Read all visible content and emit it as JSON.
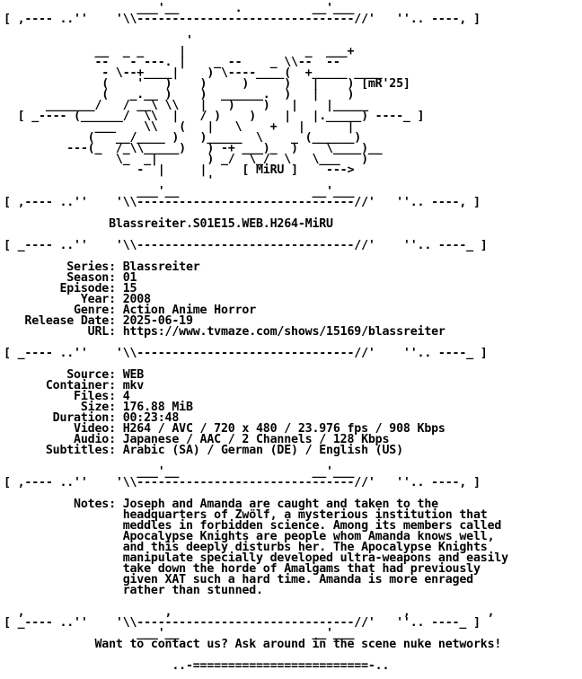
{
  "release_name": "Blassreiter.S01E15.WEB.H264-MiRU",
  "group_tag": "[mR'25]",
  "group_name": "[ MiRU ]",
  "nfo_lines": [
    "                   ___'__        .          __'___",
    "[ ,---- ..''    '\\\\-------------------------------//'   ''.. ----, ]",
    "",
    "                          '",
    "             __  _ _     |                 _  ___+",
    "             --   - ---. |    _ --    _ \\\\--  --",
    "              - \\--+____|    ) \\----____(  +_____ ____",
    "              (    '   )    )     )     )   |    ) [mR'25]",
    "              (   _.__ )    )  ______.  )   |    )",
    "      _______/   / __\\ \\\\   |   )    )   |    |_____",
    "  [ _---- (______/  \\\\  |   / )    )    |   |._____) ----_ ]",
    "             ___    \\\\   (   |   \\    +   |      |",
    "            (   __/____ )   )_____  \\    _ (______)",
    "         ---(_  /_\\\\_____)   ) -+ ___)_  )    \\____)__",
    "                \\_  _|       ) _/  \\_/  \\   \\___   )",
    "                   -  |     |     [ MiRU ]    --->",
    "                             '",
    "                   ___'__                   __'___",
    "[ ,---- ..''    '\\\\-------------------------------//'   ''.. ----, ]",
    "",
    "               Blassreiter.S01E15.WEB.H264-MiRU",
    "",
    "[ _---- ..''    '\\\\-------------------------------//'    ''.. ----_ ]",
    "",
    "         Series: Blassreiter",
    "         Season: 01",
    "        Episode: 15",
    "           Year: 2008",
    "          Genre: Action Anime Horror",
    "   Release Date: 2025-06-19",
    "            URL: https://www.tvmaze.com/shows/15169/blassreiter",
    "",
    "[ _---- ..''    '\\\\-------------------------------//'    ''.. ----_ ]",
    "",
    "         Source: WEB",
    "      Container: mkv",
    "          Files: 4",
    "           Size: 176.88 MiB",
    "       Duration: 00:23:48",
    "          Video: H264 / AVC / 720 x 480 / 23.976 fps / 908 Kbps",
    "          Audio: Japanese / AAC / 2 Channels / 128 Kbps",
    "      Subtitles: Arabic (SA) / German (DE) / English (US)",
    "",
    "                   ___'__                   __'___",
    "[ ,---- ..''    '\\\\-------------------------------//'   ''.. ----, ]",
    "",
    "          Notes: Joseph and Amanda are caught and taken to the",
    "                 headquarters of Zwölf, a mysterious institution that",
    "                 meddles in forbidden science. Among its members called",
    "                 Apocalypse Knights are people whom Amanda knows well,",
    "                 and this deeply disturbs her. The Apocalypse Knights",
    "                 manipulate specially developed ultra-weapons and easily",
    "                 take down the horde of Amalgams that had previously",
    "                 given XAT such a hard time. Amanda is more enraged",
    "                 rather than stunned.",
    "",
    "  ,                    ,                                 ,           ,",
    "[ _---- ..''    '\\\\-------------------------------//'   ''.. ----_ ]",
    "                   ___'__                   __'___",
    "             Want to contact us? Ask around in the scene nuke networks!",
    "",
    "                        ..-=========================-.."
  ]
}
